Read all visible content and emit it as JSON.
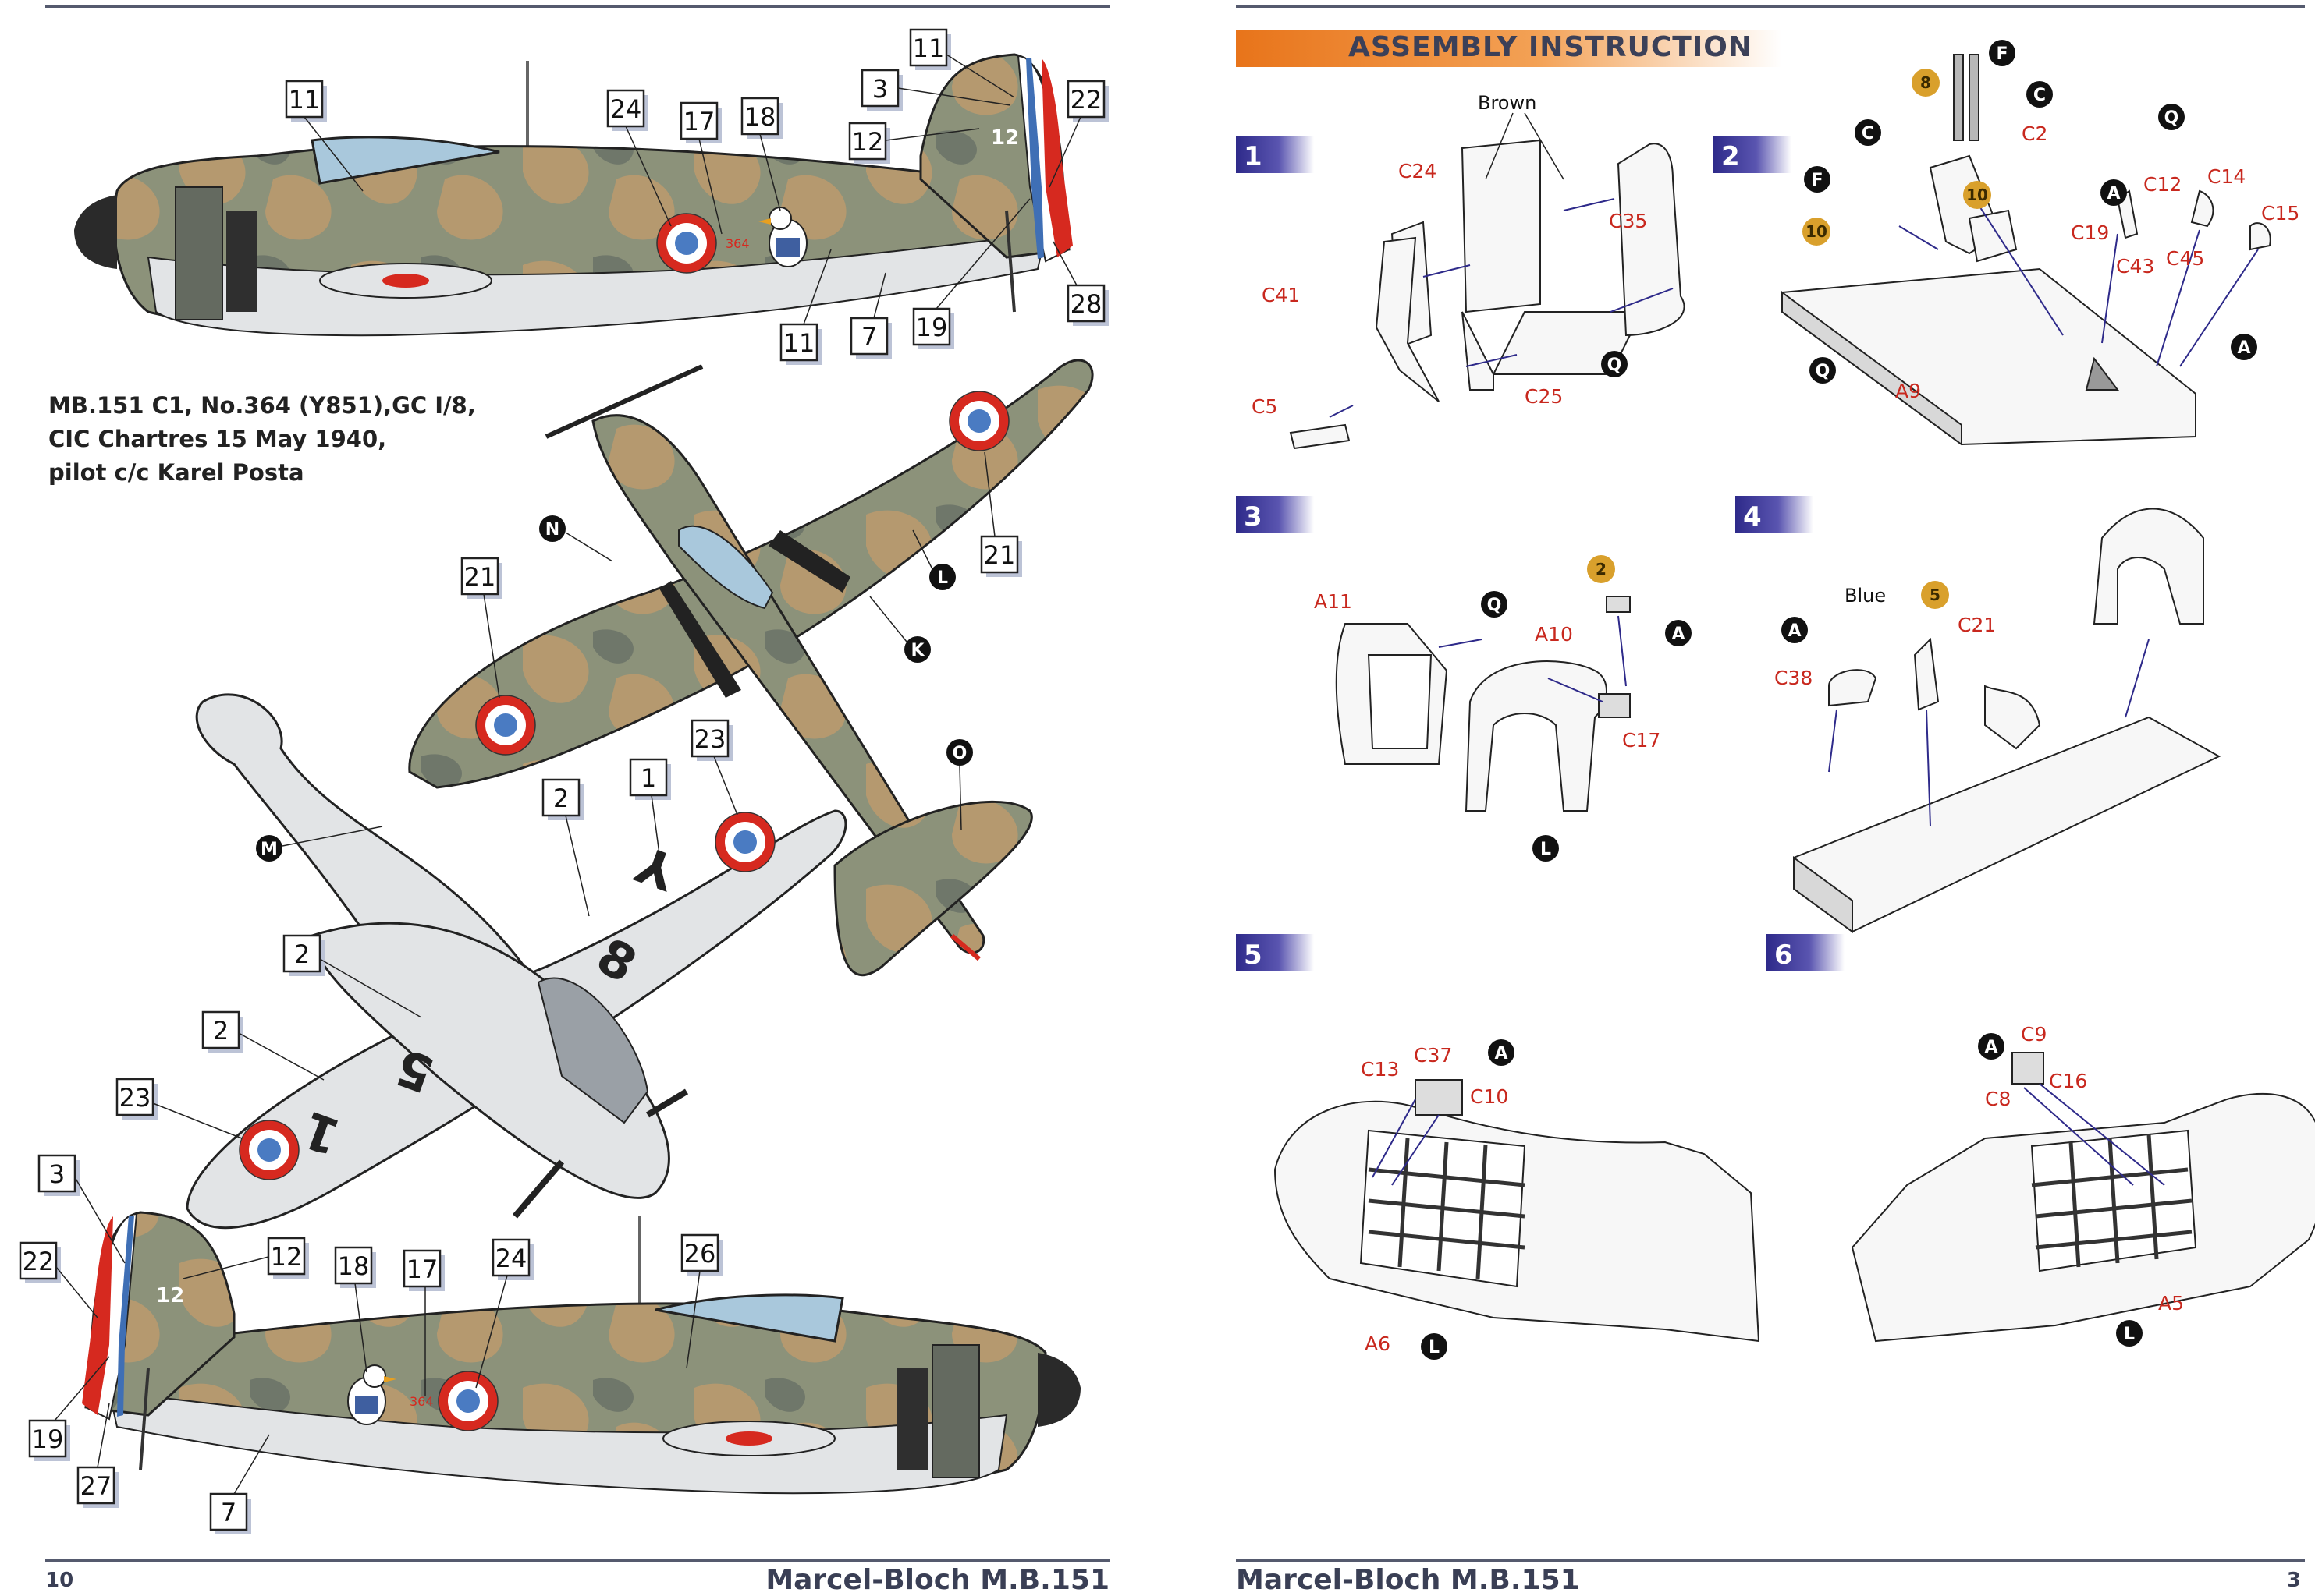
{
  "left_page": {
    "page_number": "10",
    "footer_title": "Marcel-Bloch M.B.151",
    "caption": [
      "MB.151 C1, No.364 (Y851),GC I/8,",
      "CIC Chartres 15 May 1940,",
      "pilot c/c Karel Posta"
    ],
    "callouts_top": [
      "11",
      "24",
      "17",
      "18",
      "3",
      "11",
      "12",
      "22",
      "28",
      "19",
      "7",
      "11"
    ],
    "callouts_plan": [
      "21",
      "21",
      "23",
      "2",
      "1",
      "2",
      "2",
      "23"
    ],
    "callouts_bottom": [
      "3",
      "22",
      "12",
      "18",
      "17",
      "24",
      "26",
      "19",
      "27",
      "7"
    ],
    "paint_circle_letters": [
      "N",
      "L",
      "K",
      "O",
      "M"
    ],
    "fuselage_codes": [
      "12",
      "364"
    ],
    "wing_codes": [
      "8",
      "5",
      "1",
      "Y"
    ]
  },
  "right_page": {
    "page_number": "3",
    "footer_title": "Marcel-Bloch M.B.151",
    "header": "ASSEMBLY INSTRUCTION",
    "steps": [
      {
        "number": "1",
        "note": "Brown",
        "parts": [
          "C24",
          "C35",
          "C41",
          "C5",
          "C25"
        ],
        "paints": [
          "Q"
        ]
      },
      {
        "number": "2",
        "parts": [
          "C2",
          "C12",
          "C14",
          "C15",
          "C19",
          "C43",
          "C45",
          "A9"
        ],
        "paints": [
          "F",
          "C",
          "C",
          "F",
          "Q",
          "A",
          "A",
          "Q"
        ],
        "numbered": [
          "8",
          "10",
          "10"
        ]
      },
      {
        "number": "3",
        "parts": [
          "A11",
          "A10",
          "C17"
        ],
        "paints": [
          "Q",
          "A",
          "L"
        ],
        "numbered": [
          "2"
        ]
      },
      {
        "number": "4",
        "note": "Blue",
        "parts": [
          "C21",
          "C38"
        ],
        "paints": [
          "A"
        ],
        "numbered": [
          "5"
        ]
      },
      {
        "number": "5",
        "parts": [
          "C13",
          "C37",
          "C10",
          "A6"
        ],
        "paints": [
          "A",
          "L"
        ]
      },
      {
        "number": "6",
        "parts": [
          "C9",
          "C8",
          "C16",
          "A5"
        ],
        "paints": [
          "A",
          "L"
        ]
      }
    ]
  },
  "colors": {
    "step_badge": "#2e2a8a",
    "header_orange": "#e87a1e",
    "red": "#d6291f",
    "blue": "#3f6fb5",
    "rule": "#555a6e",
    "coin": "#d9a02c",
    "part_label": "#c8281e"
  }
}
